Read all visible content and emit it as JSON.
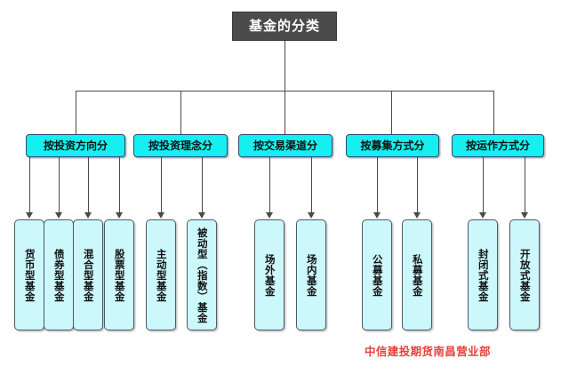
{
  "diagram": {
    "type": "tree",
    "title": "基金的分类",
    "theme": {
      "background": "#ffffff",
      "title_fill": "#4b4b4b",
      "title_text": "#ffffff",
      "category_fill": "#16efef",
      "category_border": "#2a4a7a",
      "leaf_fill": "#ccf7fb",
      "leaf_border": "#4a5a66",
      "connector": "#4a4a4a",
      "footer_text": "#e8413a"
    },
    "categories": [
      {
        "label": "按投资方向分",
        "children": [
          {
            "label": "货币型基金"
          },
          {
            "label": "债券型基金"
          },
          {
            "label": "混合型基金"
          },
          {
            "label": "股票型基金"
          }
        ]
      },
      {
        "label": "按投资理念分",
        "children": [
          {
            "label": "主动型基金"
          },
          {
            "label": "被动型（指数）基金"
          }
        ]
      },
      {
        "label": "按交易渠道分",
        "children": [
          {
            "label": "场外基金"
          },
          {
            "label": "场内基金"
          }
        ]
      },
      {
        "label": "按募集方式分",
        "children": [
          {
            "label": "公募基金"
          },
          {
            "label": "私募基金"
          }
        ]
      },
      {
        "label": "按运作方式分",
        "children": [
          {
            "label": "封闭式基金"
          },
          {
            "label": "开放式基金"
          }
        ]
      }
    ]
  },
  "footer": {
    "text": "中信建投期货南昌营业部"
  }
}
